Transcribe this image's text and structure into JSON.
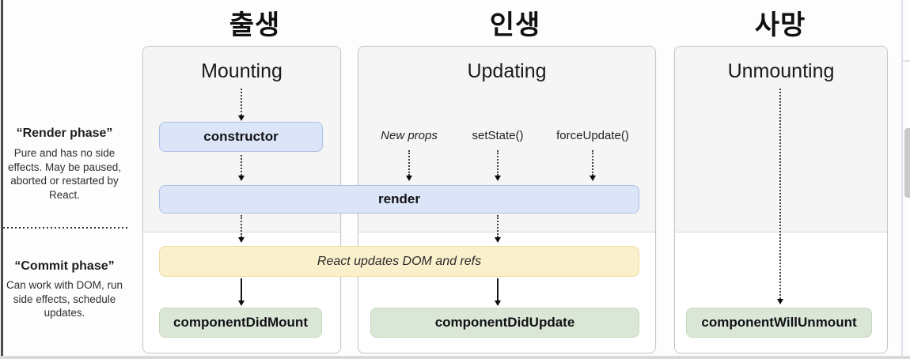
{
  "korean_headers": [
    {
      "label": "출생"
    },
    {
      "label": "인생"
    },
    {
      "label": "사망"
    }
  ],
  "columns": [
    {
      "title": "Mounting"
    },
    {
      "title": "Updating"
    },
    {
      "title": "Unmounting"
    }
  ],
  "sidebar": {
    "render_phase_title": "“Render phase”",
    "render_phase_desc": "Pure and has no side effects. May be paused, aborted or restarted by React.",
    "commit_phase_title": "“Commit phase”",
    "commit_phase_desc": "Can work with DOM, run side effects, schedule updates."
  },
  "boxes": {
    "constructor": "constructor",
    "render": "render",
    "react_updates": "React updates DOM and refs",
    "component_did_mount": "componentDidMount",
    "component_did_update": "componentDidUpdate",
    "component_will_unmount": "componentWillUnmount"
  },
  "updating_triggers": [
    {
      "label": "New props"
    },
    {
      "label": "setState()"
    },
    {
      "label": "forceUpdate()"
    }
  ],
  "colors": {
    "lifecycle_blue_fill": "#dbe5f7",
    "lifecycle_blue_border": "#aabfe2",
    "lifecycle_yellow_fill": "#faf0cc",
    "lifecycle_yellow_border": "#ecdca4",
    "lifecycle_green_fill": "#dbe7d6",
    "lifecycle_green_border": "#c6d7bf",
    "panel_fill_render": "#f5f5f6",
    "panel_fill_commit": "#ffffff",
    "panel_border": "#c6c6c8",
    "scrollbar_thumb": "#c9c9c9"
  }
}
